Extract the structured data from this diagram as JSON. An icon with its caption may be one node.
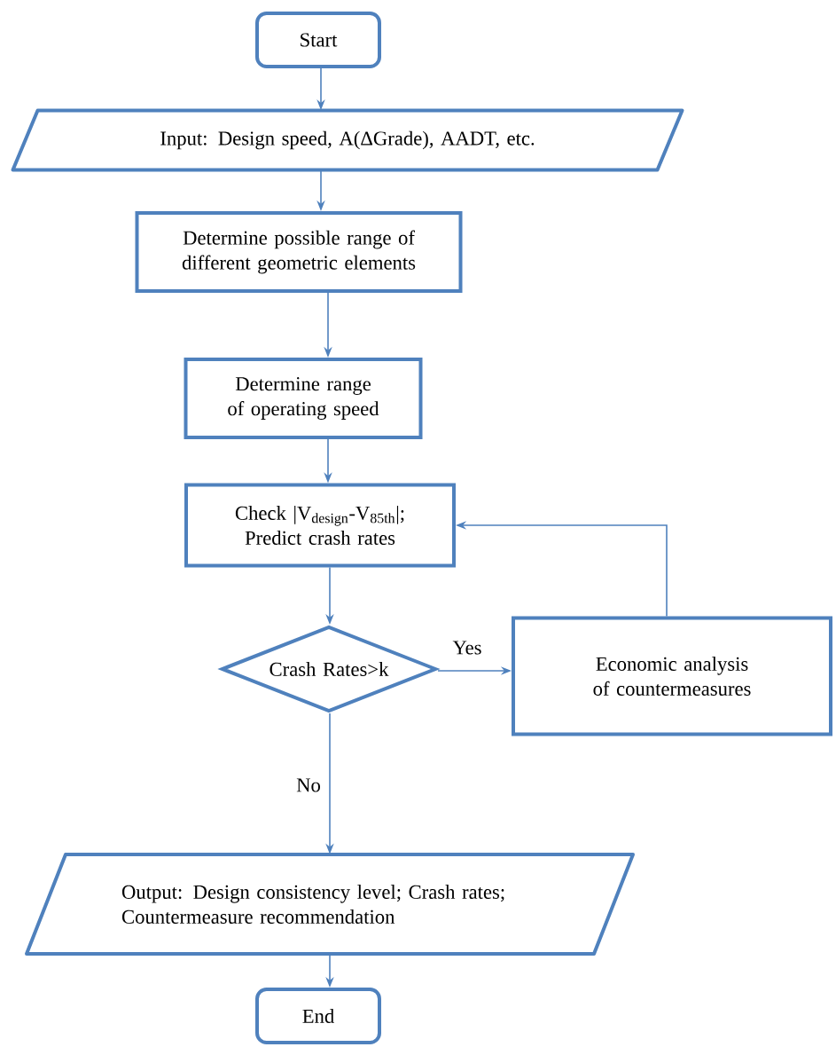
{
  "diagram": {
    "nodes": [
      {
        "text": [
          "Start"
        ]
      },
      {
        "text": [
          "Input: Design speed, A(ΔGrade), AADT, etc."
        ]
      },
      {
        "text": [
          "Determine possible range of different geometric elements"
        ]
      },
      {
        "text": [
          "Determine range of operating speed"
        ]
      },
      {
        "text": [
          "Check |V$_{design}$-V$_{85th}$|; Predict crash rates"
        ]
      },
      {
        "text": [
          "Crash Rates>k"
        ]
      },
      {
        "text": [
          "Economic analysis of countermeasures"
        ]
      },
      {
        "text": [
          "Output: Design consistency level; Crash rates; Countermeasure recommendation"
        ]
      },
      {
        "text": [
          "End"
        ]
      }
    ],
    "edges": [
      {
        "from": 0,
        "to": 1,
        "arrow": "to"
      },
      {
        "from": 1,
        "to": 2,
        "arrow": "to"
      },
      {
        "from": 2,
        "to": 3,
        "arrow": "to"
      },
      {
        "from": 3,
        "to": 4,
        "arrow": "to"
      },
      {
        "from": 4,
        "to": 5,
        "arrow": "to"
      },
      {
        "from": 5,
        "to": 6,
        "arrow": "to",
        "label": "Yes"
      },
      {
        "from": 6,
        "to": 4,
        "arrow": "to"
      },
      {
        "from": 5,
        "to": 7,
        "arrow": "to",
        "label": "No"
      },
      {
        "from": 7,
        "to": 8,
        "arrow": "to"
      }
    ]
  }
}
